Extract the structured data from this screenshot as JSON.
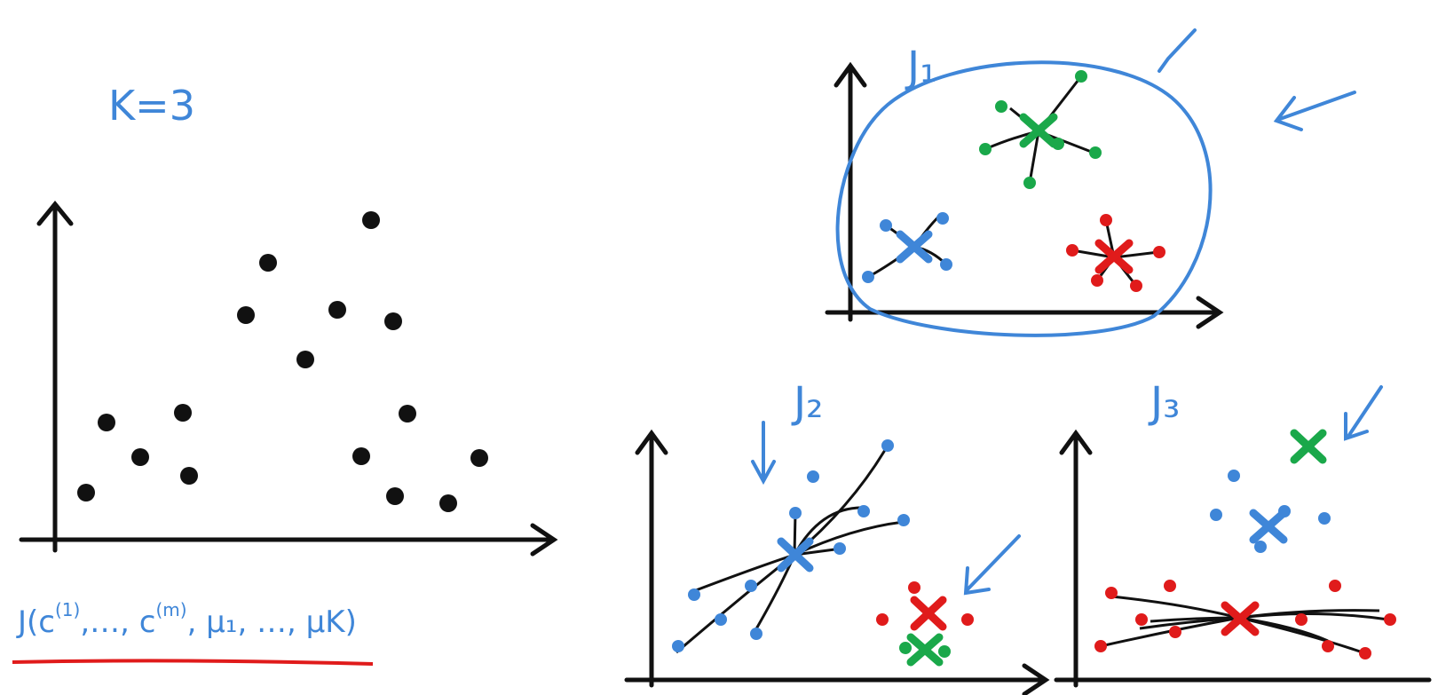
{
  "colors": {
    "ink": "#111111",
    "blue": "#3f86d8",
    "green": "#1aa84a",
    "red": "#e01b1b"
  },
  "labels": {
    "k_label": "K=3",
    "j1": "J₁",
    "j2": "J₂",
    "j3": "J₃",
    "cost_fn_prefix": "J(c",
    "cost_fn_sup1": "(1)",
    "cost_fn_mid": ",…, c",
    "cost_fn_supm": "(m)",
    "cost_fn_suffix": ", μ₁, …, μK)"
  }
}
